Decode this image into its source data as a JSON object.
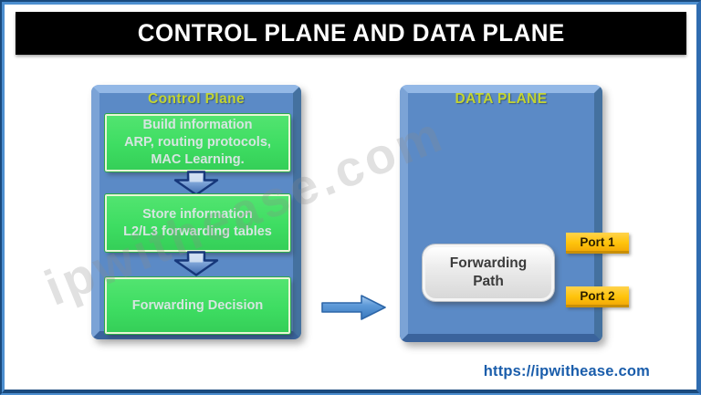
{
  "header": {
    "title": "CONTROL PLANE AND DATA PLANE"
  },
  "control_plane": {
    "title": "Control Plane",
    "steps": [
      {
        "lines": [
          "Build information",
          "ARP, routing protocols,",
          "MAC Learning."
        ]
      },
      {
        "lines": [
          "Store information",
          "L2/L3 forwarding tables"
        ]
      },
      {
        "lines": [
          "Forwarding Decision"
        ]
      }
    ]
  },
  "data_plane": {
    "title": "DATA PLANE",
    "forwarding_path": {
      "lines": [
        "Forwarding",
        "Path"
      ]
    },
    "ports": [
      {
        "label": "Port 1"
      },
      {
        "label": "Port 2"
      }
    ]
  },
  "watermark": "ipwithease.com",
  "footer": {
    "url": "https://ipwithease.com"
  },
  "colors": {
    "panel_blue": "#5b8ac6",
    "step_green": "#3edd62",
    "plane_title_yellow": "#c3d431",
    "port_yellow": "#ffc40c",
    "url_blue": "#1a5dab",
    "title_bar_black": "#000000",
    "frame_blue": "#2f6cb0"
  }
}
